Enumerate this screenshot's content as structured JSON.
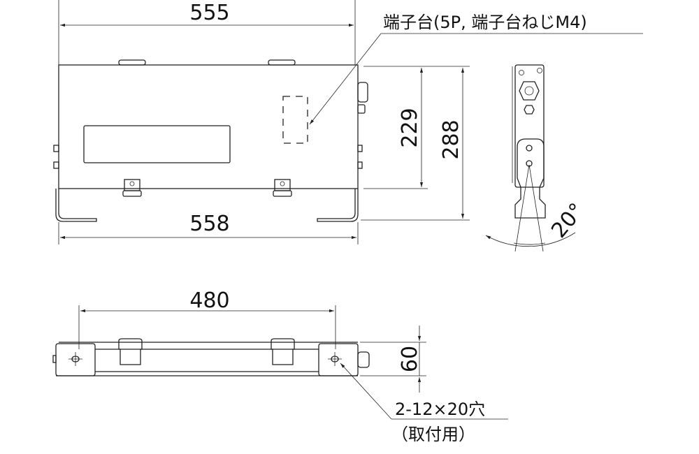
{
  "front_view": {
    "width_top": "555",
    "width_bottom": "558",
    "terminal_label": "端子台(5P, 端子台ねじM4)"
  },
  "side_view": {
    "height_body": "229",
    "height_total": "288",
    "tilt_angle": "20°"
  },
  "bottom_view": {
    "hole_pitch": "480",
    "depth": "60",
    "hole_label": "2-12×20穴",
    "hole_note": "（取付用）"
  }
}
